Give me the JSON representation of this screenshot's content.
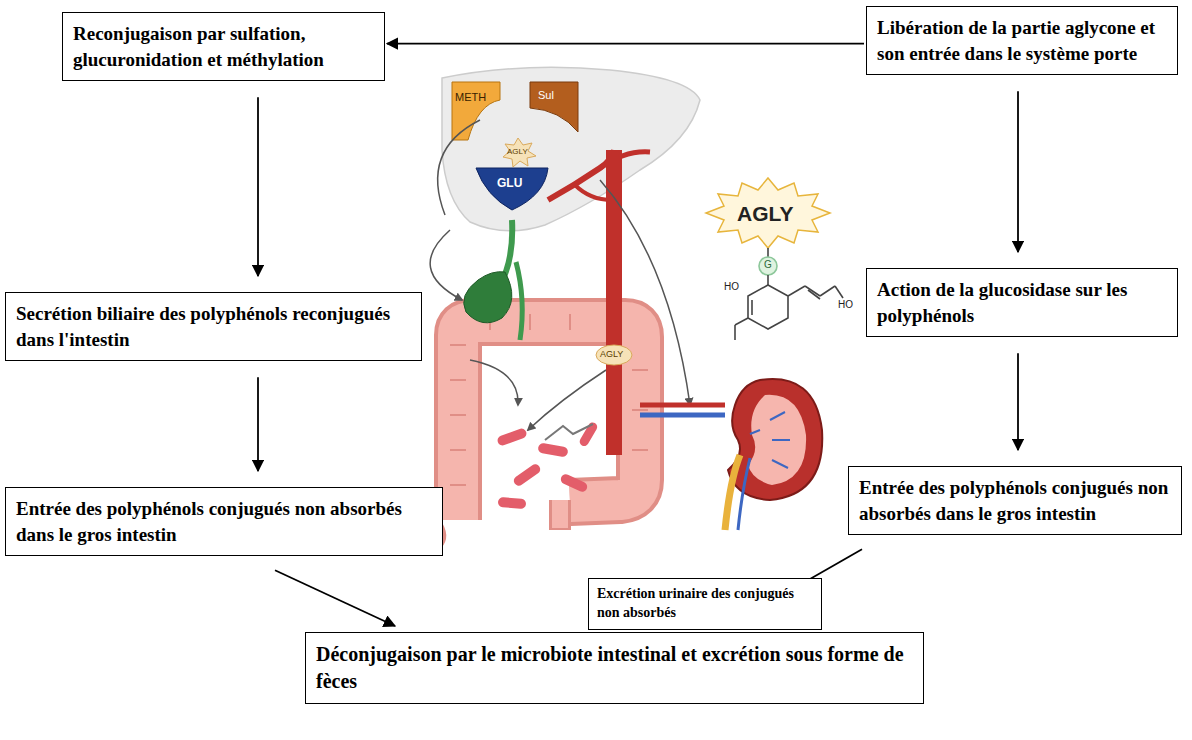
{
  "diagram": {
    "nodes": [
      {
        "text": [
          "Reconjugaison par sulfation, glucuronidation et méthylation"
        ]
      },
      {
        "text": [
          "Libération de la partie aglycone et son entrée dans le système porte"
        ]
      },
      {
        "text": [
          "Secrétion biliaire des polyphénols reconjugués dans l'intestin"
        ]
      },
      {
        "text": [
          "Action de la glucosidase sur les polyphénols"
        ]
      },
      {
        "text": [
          "Entrée des polyphénols conjugués non absorbés dans le gros intestin"
        ]
      },
      {
        "text": [
          "Excrétion urinaire des conjugués non absorbés"
        ]
      },
      {
        "text": [
          "Entrée des polyphénols conjugués non absorbés dans le gros intestin"
        ]
      },
      {
        "text": [
          "Déconjugaison par le microbiote intestinal et excrétion sous forme de fèces"
        ]
      }
    ],
    "edges": [
      {
        "from": 1,
        "to": 0,
        "arrow": "to"
      },
      {
        "from": 0,
        "to": 2,
        "arrow": "to"
      },
      {
        "from": 2,
        "to": 4,
        "arrow": "to"
      },
      {
        "from": 1,
        "to": 3,
        "arrow": "to"
      },
      {
        "from": 3,
        "to": 6,
        "arrow": "to"
      },
      {
        "from": 4,
        "to": 7,
        "arrow": "to"
      },
      {
        "from": 6,
        "to": 7,
        "arrow": "to"
      }
    ],
    "labels": [
      "METH",
      "Sul",
      "AGLY",
      "GLU",
      "AGLY",
      "AGLY",
      "G",
      "HO",
      "HO"
    ]
  }
}
